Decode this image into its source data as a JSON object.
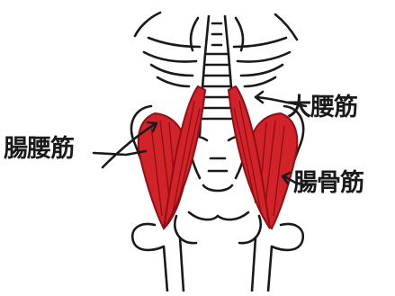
{
  "diagram": {
    "labels": {
      "psoas_major": "大腰筋",
      "iliopsoas": "腸腰筋",
      "iliacus": "腸骨筋"
    },
    "colors": {
      "muscle_fill": "#d2232a",
      "muscle_dark": "#8e0f14",
      "bone_stroke": "#1a1a1a",
      "background": "#ffffff"
    }
  }
}
